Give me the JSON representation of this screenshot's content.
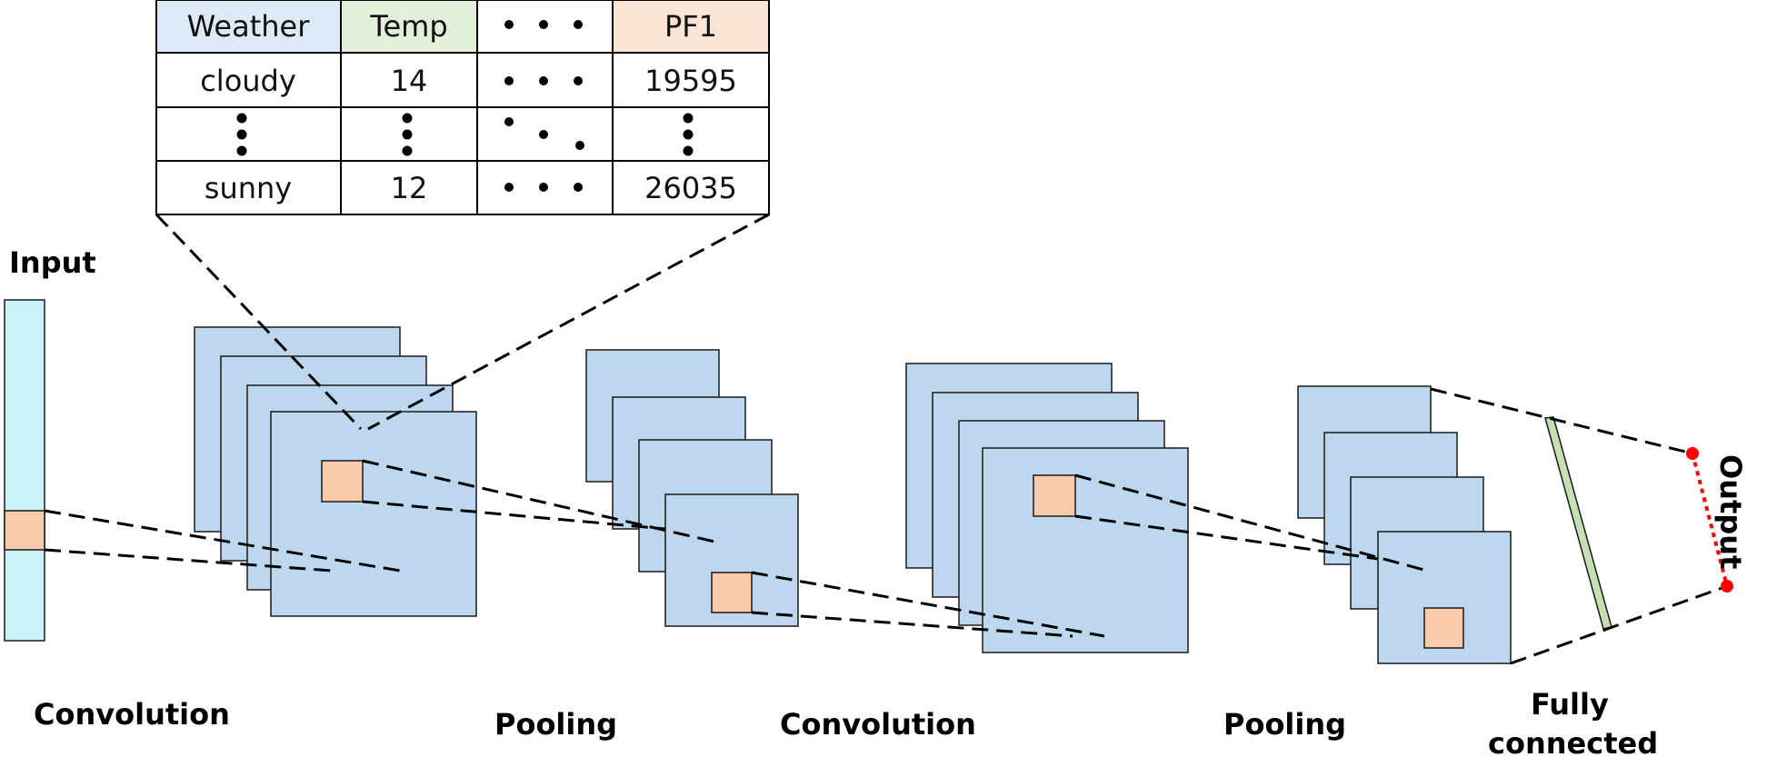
{
  "table": {
    "headers": [
      {
        "label": "Weather",
        "color": "#dde9f7"
      },
      {
        "label": "Temp",
        "color": "#e2efd9"
      },
      {
        "label": "",
        "color": "#ffffff"
      },
      {
        "label": "PF1",
        "color": "#fbe4d5"
      }
    ],
    "rows": [
      [
        "cloudy",
        "14",
        "",
        "19595"
      ],
      [
        "",
        "",
        "",
        ""
      ],
      [
        "sunny",
        "12",
        "",
        "26035"
      ]
    ]
  },
  "labels": {
    "input": "Input",
    "output": "Output",
    "conv1": "Convolution",
    "pool1": "Pooling",
    "conv2": "Convolution",
    "pool2": "Pooling",
    "fc_line1": "Fully",
    "fc_line2": "connected"
  },
  "colors": {
    "input_bar": "#c9f3f9",
    "feature_map": "#bdd7ee",
    "patch": "#f8cbad",
    "fc_bar": "#c5e0b4",
    "output_node": "#ff0000"
  }
}
